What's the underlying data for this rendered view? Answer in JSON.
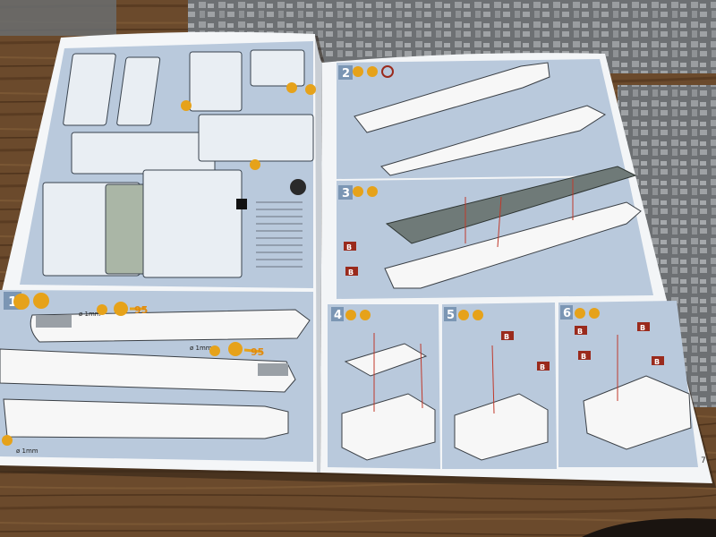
{
  "photo": {
    "subject": "open model-kit instruction booklet on a wooden floor",
    "colors": {
      "wood": "#6b4a2c",
      "wood_dark": "#4a3018",
      "sprue": "#8a8d90",
      "paper": "#f4f6f8",
      "panel": "#b9c9dc",
      "hull": "#f7f7f7",
      "deck": "#6f7a78",
      "accent_orange": "#e6a21a",
      "accent_red": "#9a2a1c"
    }
  },
  "booklet": {
    "left_page": {
      "panel_a": {
        "step_label": "1",
        "diameter_label": "ø 1mm",
        "callout_number": "95"
      },
      "panel_b": {
        "diameter_label": "ø 1mm",
        "callout_number": "95"
      },
      "bottom_label": "ø 1mm"
    },
    "right_page": {
      "page_number": "7",
      "steps": [
        {
          "label": "2"
        },
        {
          "label": "3"
        },
        {
          "label": "4"
        },
        {
          "label": "5"
        },
        {
          "label": "6"
        }
      ],
      "tags": [
        {
          "label": "B"
        },
        {
          "label": "B"
        },
        {
          "label": "B"
        },
        {
          "label": "B"
        },
        {
          "label": "B"
        },
        {
          "label": "B"
        },
        {
          "label": "B"
        },
        {
          "label": "B"
        }
      ]
    }
  }
}
